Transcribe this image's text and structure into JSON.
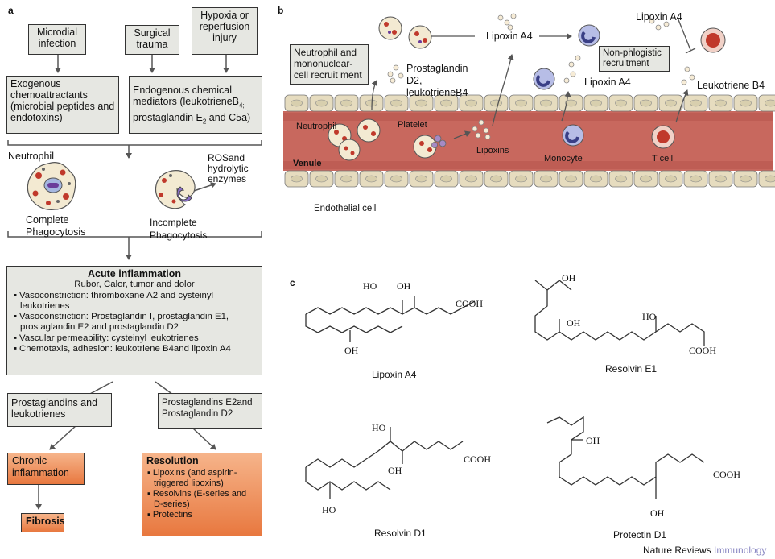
{
  "panel_a": {
    "letter": "a",
    "box_microbial": "Microdial infection",
    "box_surgical": "Surgical trauma",
    "box_hypoxia": "Hypoxia or reperfusion injury",
    "box_exogenous": "Exogenous chemoattractants (microbial peptides and endotoxins)",
    "box_endogenous_1": "Endogenous chemical mediators (leukotrieneB",
    "box_endogenous_sub1": "4;",
    "box_endogenous_2": " prostaglandin E",
    "box_endogenous_sub2": "2",
    "box_endogenous_3": " and C5a)",
    "neutrophil_label": "Neutrophil",
    "ros_label": "ROSand hydrolytic enzymes",
    "complete_label": "Complete Phagocytosis",
    "incomplete_label": "Incomplete Phagocytosis",
    "acute": {
      "title": "Acute inflammation",
      "subtitle": "Rubor, Calor, tumor and dolor",
      "b1": "Vasoconstriction: thromboxane A2 and cysteinyl leukotrienes",
      "b2": "Vasoconstriction: Prostaglandin I, prostaglandin E1, prostaglandin E2 and prostaglandin D2",
      "b3": "Vascular permeability: cysteinyl leukotrienes",
      "b4": "Chemotaxis, adhesion: leukotriene B4and lipoxin A4"
    },
    "box_pg_lt": "Prostaglandins and leukotrienes",
    "box_pg_e2_d2": "Prostaglandins E2and Prostaglandin D2",
    "box_chronic": "Chronic inflammation",
    "box_fibrosis": "Fibrosis",
    "resolution": {
      "title": "Resolution",
      "items": [
        "Lipoxins (and aspirin-triggered lipoxins)",
        "Resolvins (E-series and D-series)",
        "Protectins"
      ]
    }
  },
  "panel_b": {
    "letter": "b",
    "recruit_box": "Neutrophil and mononuclear-cell recruit ment",
    "nonphlog_box": "Non-phlogistic recruitment",
    "lipoxin_a4": "Lipoxin A4",
    "pgd2_lt": "Prostaglandin D2, leukotrieneB4",
    "leukotriene_b4": "Leukotriene B4",
    "neutrophil": "Neutrophil",
    "platelet": "Platelet",
    "lipoxins": "Lipoxins",
    "monocyte": "Monocyte",
    "tcell": "T cell",
    "venule": "Venule",
    "endothelial": "Endothelial cell"
  },
  "panel_c": {
    "letter": "c",
    "lipoxin_a4": "Lipoxin A4",
    "resolvin_e1": "Resolvin E1",
    "resolvin_d1": "Resolvin D1",
    "protectin_d1": "Protectin D1",
    "oh": "OH",
    "ho": "HO",
    "cooh": "COOH"
  },
  "footer": {
    "journal": "Nature Reviews",
    "section": "Immunology"
  },
  "colors": {
    "box_grey": "#e6e7e2",
    "orange_light": "#f6b48a",
    "orange_dark": "#e8783f",
    "vessel": "#c2665c",
    "endothelium": "#e6dcbf",
    "cell_blue": "#4a4e90",
    "immunology": "#8b89c4"
  }
}
